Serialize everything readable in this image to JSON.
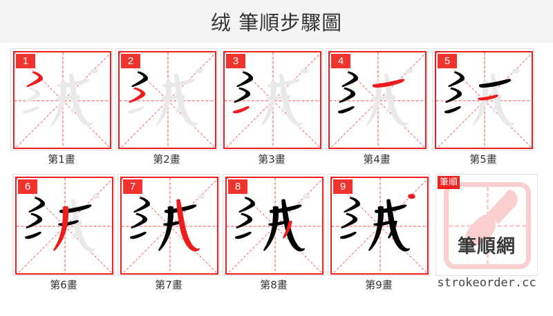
{
  "header": {
    "title": "绒  筆順步驟圖"
  },
  "character": "绒",
  "total_strokes": 9,
  "colors": {
    "header_bg": "#f4f4f4",
    "grid_border": "#f01e1e",
    "guide_line": "#f06060",
    "badge_bg": "#f0332d",
    "badge_text": "#ffffff",
    "stroke_done": "#000000",
    "stroke_current": "#ee1c1c",
    "ghost": "#e9e9e9",
    "caption_text": "#333333",
    "logo_pink": "#f9cfd0",
    "logo_badge_bg": "#f0201a"
  },
  "steps": [
    {
      "index": "1",
      "caption": "第1畫",
      "drawn": 1
    },
    {
      "index": "2",
      "caption": "第2畫",
      "drawn": 2
    },
    {
      "index": "3",
      "caption": "第3畫",
      "drawn": 3
    },
    {
      "index": "4",
      "caption": "第4畫",
      "drawn": 4
    },
    {
      "index": "5",
      "caption": "第5畫",
      "drawn": 5
    },
    {
      "index": "6",
      "caption": "第6畫",
      "drawn": 6
    },
    {
      "index": "7",
      "caption": "第7畫",
      "drawn": 7
    },
    {
      "index": "8",
      "caption": "第8畫",
      "drawn": 8
    },
    {
      "index": "9",
      "caption": "第9畫",
      "drawn": 9
    }
  ],
  "logo": {
    "badge": "筆順",
    "wordmark": "筆順網",
    "site": "strokeorder.cc",
    "icon": "brush-icon"
  }
}
